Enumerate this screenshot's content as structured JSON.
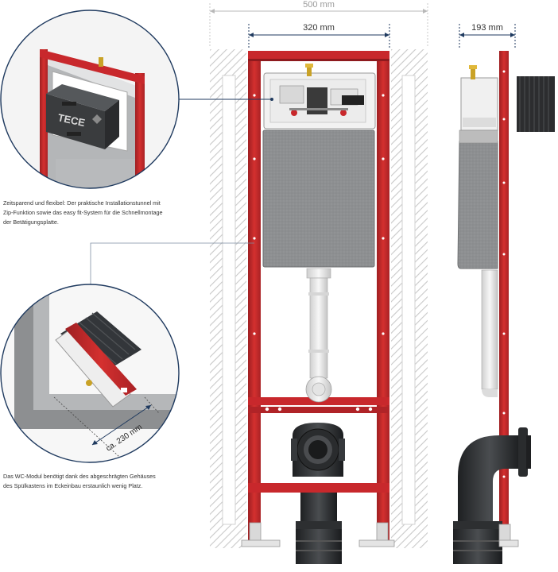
{
  "dimensions": {
    "overall_width": "500 mm",
    "frame_width": "320 mm",
    "depth": "193 mm",
    "corner_depth": "ca. 230 mm"
  },
  "detail_top": {
    "logo": "TECE",
    "caption_lines": [
      "Zeitsparend und flexibel: Der praktische Installationstunnel mit",
      "Zip-Funktion sowie das easy fit-System für die Schnellmontage",
      "der Betätigungsplatte."
    ]
  },
  "detail_bottom": {
    "caption_lines": [
      "Das WC-Modul benötigt dank des abgeschrägten Gehäuses",
      "des Spülkastens im Eckeinbau erstaunlich wenig Platz."
    ]
  },
  "colors": {
    "frame_red": "#c8282c",
    "frame_red_dark": "#8e1a1e",
    "tank_grey": "#8a8c8e",
    "pipe_white": "#e8e8e8",
    "pipe_black": "#2a2c2e",
    "hatch_grey": "#c8c8c8",
    "leader_navy": "#1f3a5f"
  }
}
